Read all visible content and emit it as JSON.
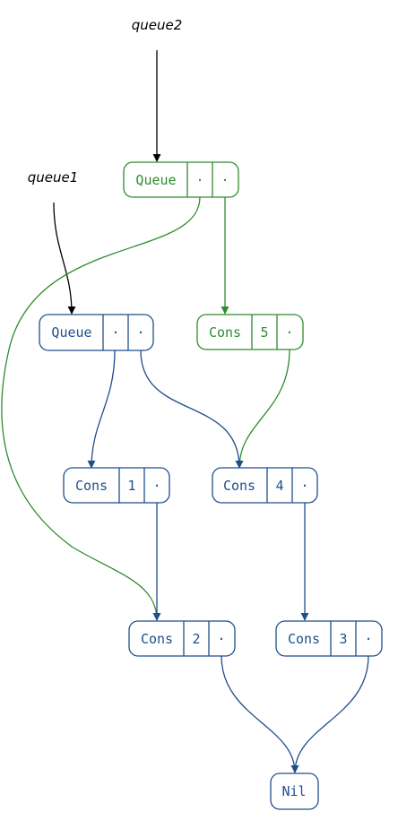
{
  "colors": {
    "blue": "#1f4e8c",
    "green": "#2e8b2e",
    "black": "#000000"
  },
  "labels": {
    "queue2": "queue2",
    "queue1": "queue1"
  },
  "nodes": {
    "queue_green": {
      "fields": [
        "Queue",
        "·",
        "·"
      ]
    },
    "queue_blue": {
      "fields": [
        "Queue",
        "·",
        "·"
      ]
    },
    "cons5": {
      "fields": [
        "Cons",
        "5",
        "·"
      ]
    },
    "cons1": {
      "fields": [
        "Cons",
        "1",
        "·"
      ]
    },
    "cons4": {
      "fields": [
        "Cons",
        "4",
        "·"
      ]
    },
    "cons2": {
      "fields": [
        "Cons",
        "2",
        "·"
      ]
    },
    "cons3": {
      "fields": [
        "Cons",
        "3",
        "·"
      ]
    },
    "nil": {
      "fields": [
        "Nil"
      ]
    }
  }
}
